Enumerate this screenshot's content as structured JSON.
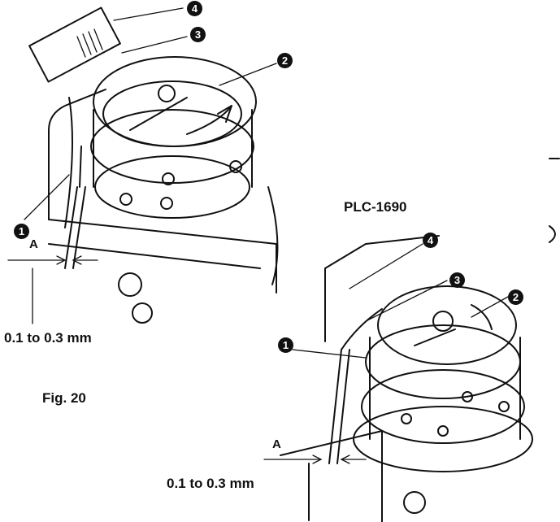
{
  "left_view": {
    "callouts": {
      "c1": "1",
      "c2": "2",
      "c3": "3",
      "c4": "4"
    },
    "gap_letter": "A",
    "gap_spec": "0.1 to 0.3 mm"
  },
  "figure_caption": "Fig. 20",
  "right_view": {
    "model": "PLC-1690",
    "callouts": {
      "c1": "1",
      "c2": "2",
      "c3": "3",
      "c4": "4"
    },
    "gap_letter": "A",
    "gap_spec": "0.1 to 0.3 mm"
  }
}
